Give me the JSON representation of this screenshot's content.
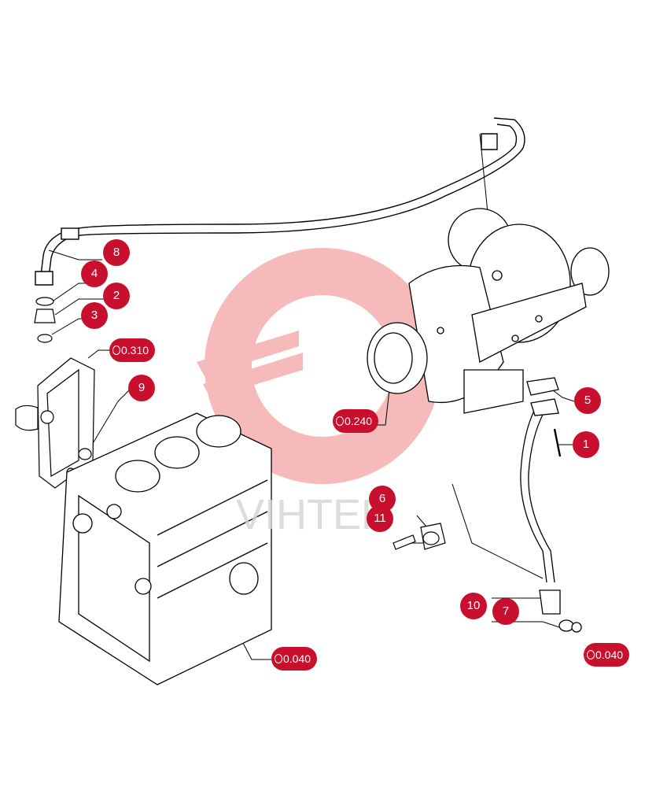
{
  "callouts": [
    "8",
    "4",
    "2",
    "3",
    "9",
    "5",
    "1",
    "6",
    "11",
    "10",
    "7"
  ],
  "refs": [
    "0.310",
    "0.240",
    "0.040",
    "0.040"
  ],
  "watermark": {
    "text": "VIHTEK",
    "color": "#f4a3a3"
  },
  "colors": {
    "callout": "#c8102e",
    "line": "#000000"
  }
}
